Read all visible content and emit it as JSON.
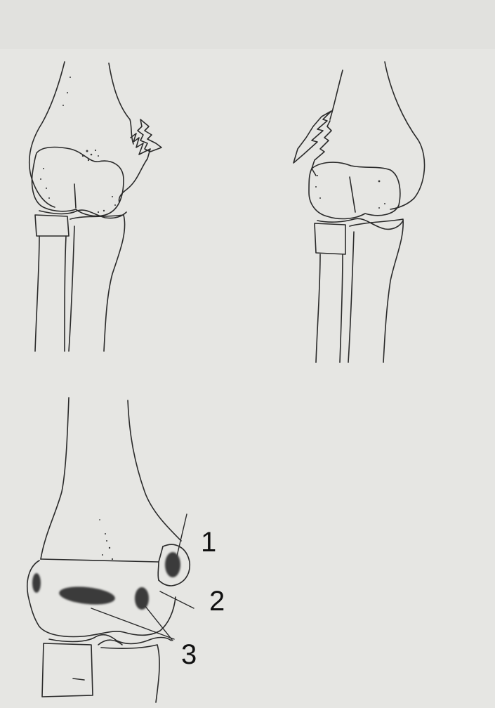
{
  "callouts": [
    {
      "label": "1"
    },
    {
      "label": "2"
    },
    {
      "label": "3"
    }
  ],
  "colors": {
    "paper": "#e6e6e3",
    "ink": "#2a2a2a",
    "stipple": "#3a3a3a"
  }
}
